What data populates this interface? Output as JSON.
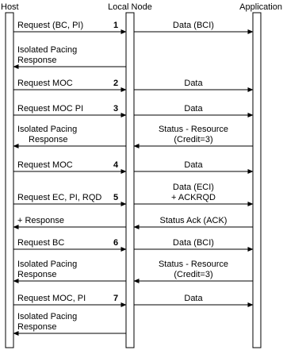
{
  "colors": {
    "background": "#ffffff",
    "lifeline_fill": "#ffffff",
    "line": "#000000",
    "text": "#000000"
  },
  "lanes": {
    "host": "Host",
    "local_node": "Local Node",
    "application": "Application"
  },
  "messages": [
    {
      "from": "host",
      "to": "local_node",
      "lines": [
        "Request (BC, PI)"
      ],
      "step": "1"
    },
    {
      "from": "local_node",
      "to": "application",
      "lines": [
        "Data (BCI)"
      ]
    },
    {
      "from": "local_node",
      "to": "host",
      "lines": [
        "Isolated Pacing",
        "Response"
      ]
    },
    {
      "from": "host",
      "to": "local_node",
      "lines": [
        "Request MOC"
      ],
      "step": "2"
    },
    {
      "from": "local_node",
      "to": "application",
      "lines": [
        "Data"
      ]
    },
    {
      "from": "host",
      "to": "local_node",
      "lines": [
        "Request MOC PI"
      ],
      "step": "3"
    },
    {
      "from": "local_node",
      "to": "application",
      "lines": [
        "Data"
      ]
    },
    {
      "from": "local_node",
      "to": "host",
      "lines": [
        "Isolated Pacing",
        "Response"
      ]
    },
    {
      "from": "application",
      "to": "local_node",
      "lines": [
        "Status - Resource",
        "(Credit=3)"
      ]
    },
    {
      "from": "host",
      "to": "local_node",
      "lines": [
        "Request MOC"
      ],
      "step": "4"
    },
    {
      "from": "local_node",
      "to": "application",
      "lines": [
        "Data"
      ]
    },
    {
      "from": "host",
      "to": "local_node",
      "lines": [
        "Request EC, PI, RQD"
      ],
      "step": "5"
    },
    {
      "from": "local_node",
      "to": "application",
      "lines": [
        "Data (ECI)",
        "+ ACKRQD"
      ]
    },
    {
      "from": "local_node",
      "to": "host",
      "lines": [
        "+ Response"
      ]
    },
    {
      "from": "application",
      "to": "local_node",
      "lines": [
        "Status Ack (ACK)"
      ]
    },
    {
      "from": "host",
      "to": "local_node",
      "lines": [
        "Request BC"
      ],
      "step": "6"
    },
    {
      "from": "local_node",
      "to": "application",
      "lines": [
        "Data (BCI)"
      ]
    },
    {
      "from": "local_node",
      "to": "host",
      "lines": [
        "Isolated Pacing",
        "Response"
      ]
    },
    {
      "from": "application",
      "to": "local_node",
      "lines": [
        "Status - Resource",
        "(Credit=3)"
      ]
    },
    {
      "from": "host",
      "to": "local_node",
      "lines": [
        "Request MOC, PI"
      ],
      "step": "7"
    },
    {
      "from": "local_node",
      "to": "application",
      "lines": [
        "Data"
      ]
    },
    {
      "from": "local_node",
      "to": "host",
      "lines": [
        "Isolated Pacing",
        "Response"
      ]
    }
  ]
}
